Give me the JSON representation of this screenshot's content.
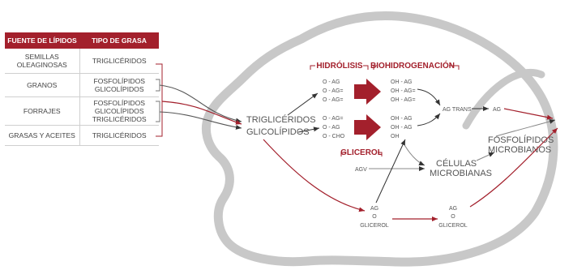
{
  "table": {
    "headers": [
      "FUENTE DE LÍPIDOS",
      "TIPO DE GRASA"
    ],
    "rows": [
      {
        "source": [
          "SEMILLAS",
          "OLEAGINOSAS"
        ],
        "type": [
          "TRIGLICÉRIDOS"
        ]
      },
      {
        "source": [
          "GRANOS"
        ],
        "type": [
          "FOSFOLÍPIDOS",
          "GLICOLÍPIDOS"
        ]
      },
      {
        "source": [
          "FORRAJES"
        ],
        "type": [
          "FOSFOLÍPIDOS",
          "GLICOLÍPIDOS",
          "TRIGLICÉRIDOS"
        ]
      },
      {
        "source": [
          "GRASAS Y ACEITES"
        ],
        "type": [
          "TRIGLICÉRIDOS"
        ]
      }
    ]
  },
  "diagram": {
    "inputs": [
      "TRIGLICÉRIDOS",
      "GLICOLÍPIDOS"
    ],
    "hydrolysis_label": "HIDRÓLISIS",
    "biohydrogenation_label": "BIOHIDROGENACIÓN",
    "glycerol_label": "GLICEROL",
    "hydrolysis_top": [
      "O - AG",
      "O - AG=",
      "O - AG="
    ],
    "hydrolysis_bottom": [
      "O - AG=",
      "O - AG",
      "O - CHO"
    ],
    "bio_top": [
      "OH - AG",
      "OH - AG=",
      "OH - AG="
    ],
    "bio_bottom": [
      "OH - AG",
      "OH - AG",
      "OH"
    ],
    "ag_trans": "AG TRANS",
    "ag": "AG",
    "phospholipids": [
      "FOSFOLÍPIDOS",
      "MICROBIANOS"
    ],
    "microbial_cells": [
      "CÉLULAS",
      "MICROBIANAS"
    ],
    "agv": "AGV",
    "ag_glycerol_1": [
      "AG",
      "O",
      "GLICEROL"
    ],
    "ag_glycerol_2": [
      "AG",
      "O",
      "GLICEROL"
    ]
  },
  "colors": {
    "accent": "#a3202c",
    "text": "#555555",
    "outline": "#c8c8c8",
    "line": "#333333"
  }
}
